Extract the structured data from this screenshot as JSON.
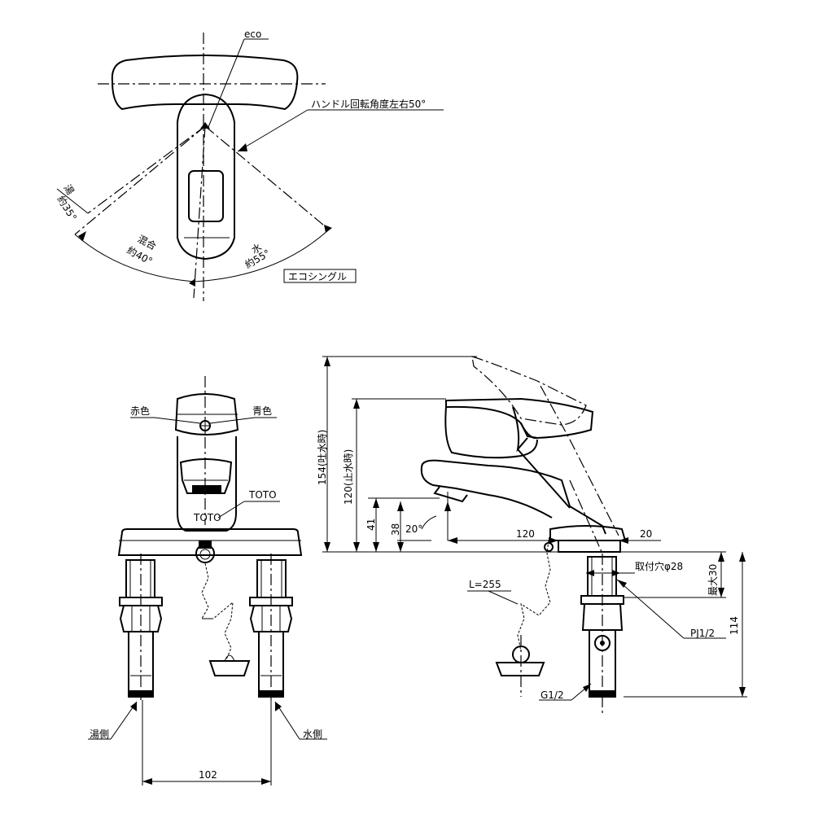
{
  "labels": {
    "eco": "eco",
    "handle_rotation": "ハンドル回転角度左右50°",
    "hot_label": "湯",
    "hot_angle": "約35°",
    "mix_label": "混合",
    "mix_angle": "約40°",
    "cold_label": "水",
    "cold_angle": "約55°",
    "eco_single": "エコシングル",
    "red_mark": "赤色",
    "blue_mark": "青色",
    "brand": "TOTO",
    "hot_side": "湯側",
    "cold_side": "水側",
    "chain_length": "L=255",
    "mount_hole": "取付穴φ28",
    "max_thickness": "最大30",
    "pj_thread": "PJ1/2",
    "g_thread": "G1/2"
  },
  "dimensions": {
    "pitch": "102",
    "height_handle_open": "154(吐水時)",
    "height_handle_closed": "120(止水時)",
    "height_41": "41",
    "height_38": "38",
    "spout_angle": "20°",
    "spout_reach": "120",
    "rear_20": "20",
    "below_114": "114"
  }
}
